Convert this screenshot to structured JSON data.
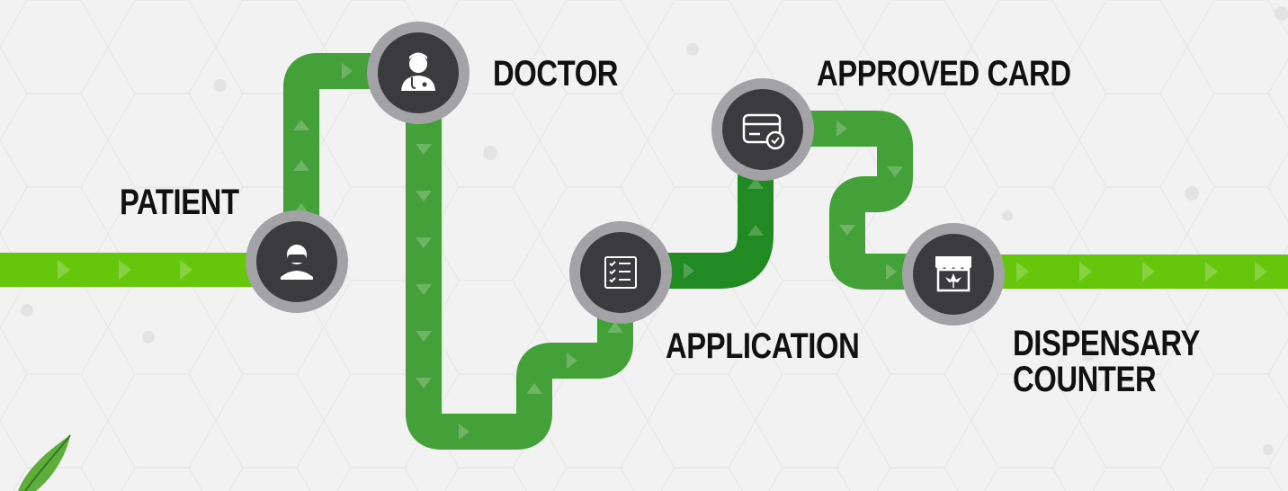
{
  "steps": {
    "patient": {
      "label": "PATIENT",
      "icon": "patient-mask-icon"
    },
    "doctor": {
      "label": "DOCTOR",
      "icon": "doctor-icon"
    },
    "application": {
      "label": "APPLICATION",
      "icon": "checklist-icon"
    },
    "card": {
      "label": "APPROVED CARD",
      "icon": "approved-card-icon"
    },
    "dispensary": {
      "label_line1": "DISPENSARY",
      "label_line2": "COUNTER",
      "icon": "dispensary-store-icon"
    }
  },
  "colors": {
    "background": "#f2f2f2",
    "path_green": "#44a038",
    "path_dark_green": "#218a22",
    "edge_lime": "#66c60c",
    "node_ring": "#a3a3a7",
    "node_fill": "#3b3b3d",
    "icon": "#ffffff",
    "text": "#111111"
  }
}
